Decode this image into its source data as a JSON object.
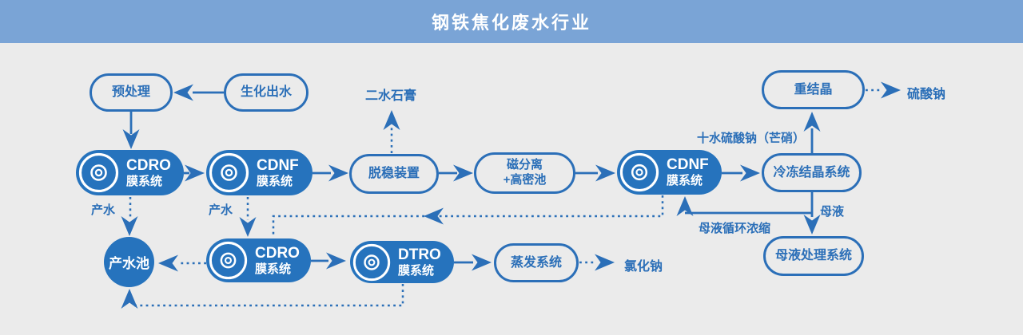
{
  "banner": {
    "title": "钢铁焦化废水行业"
  },
  "colors": {
    "banner_bg": "#7aa4d6",
    "primary_fill": "#2673bd",
    "line_blue": "#2b6fb8",
    "page_bg": "#ebebeb",
    "text_on_solid": "#ffffff"
  },
  "nodes": {
    "yuchuli": {
      "label": "预处理"
    },
    "shenghua": {
      "label": "生化出水"
    },
    "cdro1": {
      "line1": "CDRO",
      "line2": "膜系统"
    },
    "cdnf1": {
      "line1": "CDNF",
      "line2": "膜系统"
    },
    "tuowen": {
      "label": "脱稳装置"
    },
    "cifenli": {
      "line1": "磁分离",
      "line2": "+高密池"
    },
    "cdnf2": {
      "line1": "CDNF",
      "line2": "膜系统"
    },
    "lengdong": {
      "label": "冷冻结晶系统"
    },
    "chongjiejing": {
      "label": "重结晶"
    },
    "liusuanna": {
      "label": "硫酸钠"
    },
    "ershuishigao": {
      "label": "二水石膏"
    },
    "chanshuichi": {
      "label": "产水池"
    },
    "cdro2": {
      "line1": "CDRO",
      "line2": "膜系统"
    },
    "dtro": {
      "line1": "DTRO",
      "line2": "膜系统"
    },
    "zhengfa": {
      "label": "蒸发系统"
    },
    "luhuana": {
      "label": "氯化钠"
    },
    "muyechuli": {
      "label": "母液处理系统"
    }
  },
  "labels": {
    "chanshui1": "产水",
    "chanshui2": "产水",
    "shishui": "十水硫酸钠（芒硝）",
    "muye": "母液",
    "muyexunhuan": "母液循环浓缩"
  },
  "edges": [
    {
      "from": "生化出水",
      "to": "预处理",
      "style": "solid"
    },
    {
      "from": "预处理",
      "to": "CDRO膜系统(上)",
      "style": "solid"
    },
    {
      "from": "CDRO膜系统(上)",
      "to": "CDNF膜系统(上)",
      "style": "solid"
    },
    {
      "from": "CDNF膜系统(上)",
      "to": "脱稳装置",
      "style": "solid"
    },
    {
      "from": "脱稳装置",
      "to": "二水石膏",
      "style": "dashed"
    },
    {
      "from": "脱稳装置",
      "to": "磁分离+高密池",
      "style": "solid"
    },
    {
      "from": "磁分离+高密池",
      "to": "CDNF膜系统(右)",
      "style": "solid"
    },
    {
      "from": "CDNF膜系统(右)",
      "to": "冷冻结晶系统",
      "style": "solid"
    },
    {
      "from": "冷冻结晶系统",
      "to": "重结晶",
      "style": "solid",
      "label": "十水硫酸钠（芒硝）"
    },
    {
      "from": "重结晶",
      "to": "硫酸钠",
      "style": "dashed"
    },
    {
      "from": "冷冻结晶系统",
      "to": "母液处理系统",
      "style": "solid",
      "label": "母液"
    },
    {
      "from": "母液",
      "to": "CDNF膜系统(右)",
      "style": "solid",
      "label": "母液循环浓缩"
    },
    {
      "from": "CDRO膜系统(上)",
      "to": "产水池",
      "style": "dashed",
      "label": "产水"
    },
    {
      "from": "CDNF膜系统(上)",
      "to": "CDRO膜系统(下)",
      "style": "dashed",
      "label": "产水"
    },
    {
      "from": "CDNF膜系统(右)",
      "to": "CDRO膜系统(下)",
      "style": "dashed"
    },
    {
      "from": "CDRO膜系统(下)",
      "to": "产水池",
      "style": "dashed"
    },
    {
      "from": "CDRO膜系统(下)",
      "to": "DTRO膜系统",
      "style": "solid"
    },
    {
      "from": "DTRO膜系统",
      "to": "蒸发系统",
      "style": "solid"
    },
    {
      "from": "蒸发系统",
      "to": "氯化钠",
      "style": "dashed"
    },
    {
      "from": "DTRO膜系统",
      "to": "产水池",
      "style": "dashed"
    }
  ]
}
